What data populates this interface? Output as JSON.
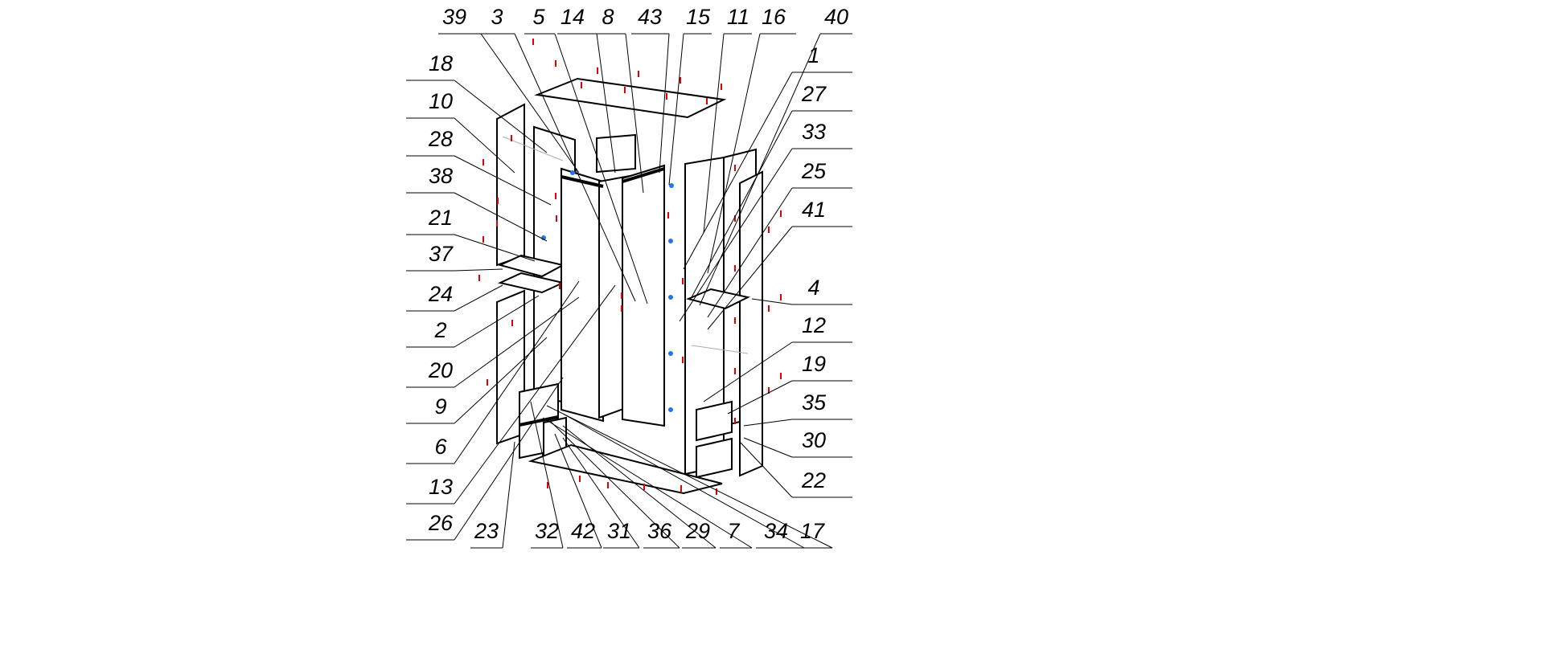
{
  "diagram": {
    "type": "exploded-assembly",
    "labels_top": [
      "39",
      "3",
      "5",
      "14",
      "8",
      "43",
      "15",
      "11",
      "16",
      "40"
    ],
    "labels_left": [
      "18",
      "10",
      "28",
      "38",
      "21",
      "37",
      "24",
      "2",
      "20",
      "9",
      "6",
      "13",
      "26"
    ],
    "labels_right": [
      "1",
      "27",
      "33",
      "25",
      "41",
      "4",
      "12",
      "19",
      "35",
      "30",
      "22"
    ],
    "labels_bottom": [
      "23",
      "32",
      "42",
      "31",
      "36",
      "29",
      "7",
      "34",
      "17"
    ],
    "colors": {
      "line": "#000000",
      "hardware_red": "#e00000",
      "hardware_blue": "#1e78e6",
      "hidden": "#aaaaaa"
    }
  }
}
